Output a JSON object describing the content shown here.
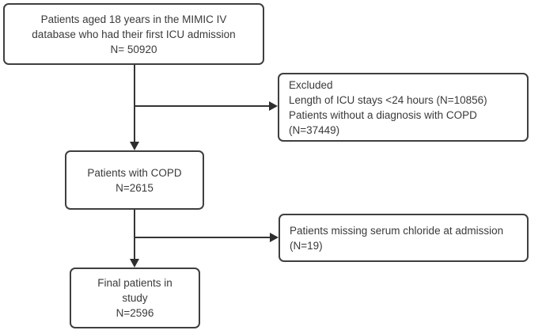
{
  "figure": {
    "type": "flowchart",
    "background_color": "#ffffff",
    "box_border_color": "#3f3f3f",
    "arrow_color": "#2e2e2e",
    "text_color": "#3a3a3a",
    "boxes": {
      "population": {
        "lines": [
          "Patients aged 18 years in the MIMIC IV",
          "database who had their first ICU admission",
          "N= 50920"
        ]
      },
      "excluded": {
        "lines": [
          "Excluded",
          "Length of ICU stays <24 hours (N=10856)",
          "Patients without a diagnosis with COPD",
          "(N=37449)"
        ]
      },
      "copd": {
        "lines": [
          "Patients with COPD",
          "N=2615"
        ]
      },
      "missing_chloride": {
        "lines": [
          "Patients missing serum chloride at admission",
          "(N=19)"
        ]
      },
      "final_study": {
        "lines": [
          "Final patients in",
          "study",
          "N=2596"
        ]
      }
    }
  }
}
